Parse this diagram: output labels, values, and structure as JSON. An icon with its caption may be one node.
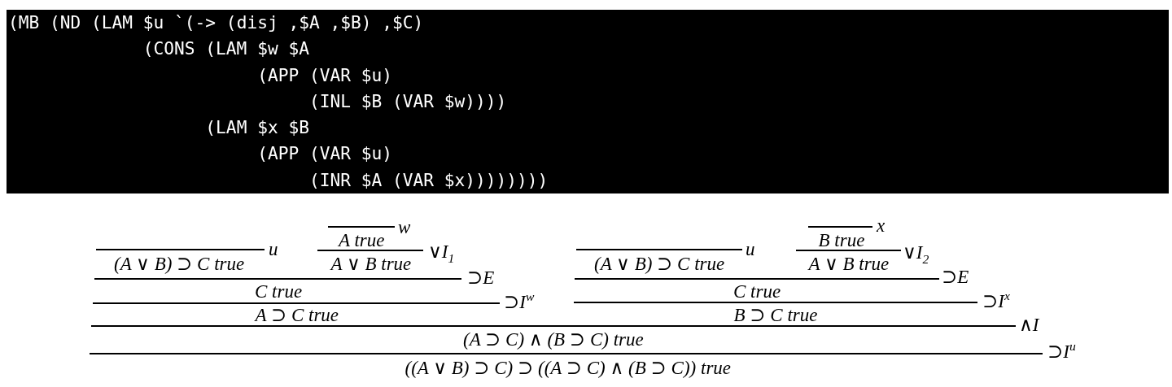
{
  "diagram": {
    "nodes": [
      {
        "text": [
          "(MB (ND (LAM $u `(-> (disj ,$A ,$B) ,$C)",
          "(CONS (LAM $w $A",
          "(APP (VAR $u)",
          "(INL $B (VAR $w))))",
          "(LAM $x $B",
          "(APP (VAR $u)",
          "(INR $A (VAR $x))))))))"
        ]
      }
    ],
    "labels": [
      "w",
      "x",
      "A true",
      "B true",
      "u",
      "∨I$_{1}$",
      "u",
      "∨I$_{2}$",
      "(A ∨ B) ⊃ C true",
      "A ∨ B true",
      "(A ∨ B) ⊃ C true",
      "A ∨ B true",
      "⊃E",
      "⊃E",
      "C true",
      "C true",
      "⊃I$^{w}$",
      "⊃I$^{x}$",
      "A ⊃ C true",
      "B ⊃ C true",
      "∧I",
      "(A ⊃ C) ∧ (B ⊃ C) true",
      "⊃I$^{u}$",
      "((A ∨ B) ⊃ C) ⊃ ((A ⊃ C) ∧ (B ⊃ C)) true"
    ]
  }
}
